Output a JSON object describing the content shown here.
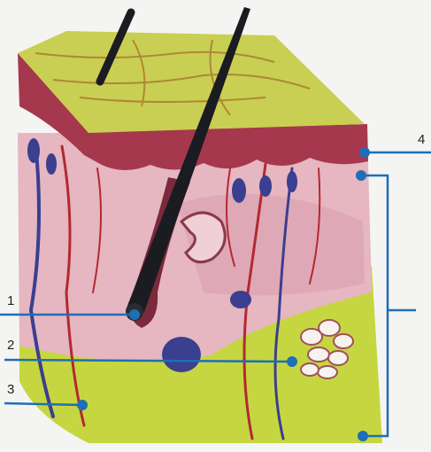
{
  "figure": {
    "labels": {
      "l1": "1",
      "l2": "2",
      "l3": "3",
      "l4": "4"
    },
    "colors": {
      "background": "#f4f4f2",
      "epidermis_top": "#c9cf52",
      "epidermis": "#a6384e",
      "dermis": "#e7b9c4",
      "hypodermis": "#c6d640",
      "pointer": "#1e6fb5",
      "hair": "#1b1b22",
      "vessel_red": "#b22a2f",
      "vessel_blue": "#3b3f8f"
    }
  }
}
